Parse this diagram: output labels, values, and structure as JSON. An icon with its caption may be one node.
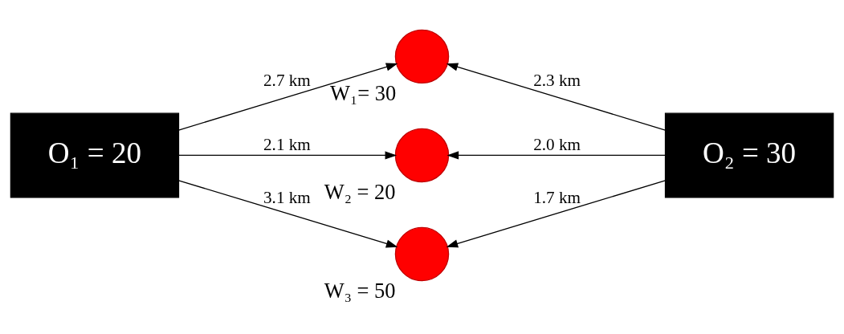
{
  "diagram": {
    "nodes": [
      {
        "text": [
          "O₁ = 20"
        ]
      },
      {
        "text": [],
        "shape": "circle",
        "beside": [
          "W₁= 30"
        ]
      },
      {
        "text": [],
        "shape": "circle",
        "beside": [
          "W₂ = 20"
        ]
      },
      {
        "text": [],
        "shape": "circle",
        "beside": [
          "W₃ = 50"
        ]
      },
      {
        "text": [
          "O₂ = 30"
        ]
      }
    ],
    "edges": [
      {
        "from": 0,
        "to": 1,
        "arrow": "to",
        "label": "2.7 km"
      },
      {
        "from": 0,
        "to": 2,
        "arrow": "to",
        "label": "2.1 km"
      },
      {
        "from": 0,
        "to": 3,
        "arrow": "to",
        "label": "3.1 km"
      },
      {
        "from": 4,
        "to": 1,
        "arrow": "to",
        "label": "2.3 km"
      },
      {
        "from": 4,
        "to": 2,
        "arrow": "to",
        "label": "2.0 km"
      },
      {
        "from": 4,
        "to": 3,
        "arrow": "to",
        "label": "1.7 km"
      }
    ]
  }
}
